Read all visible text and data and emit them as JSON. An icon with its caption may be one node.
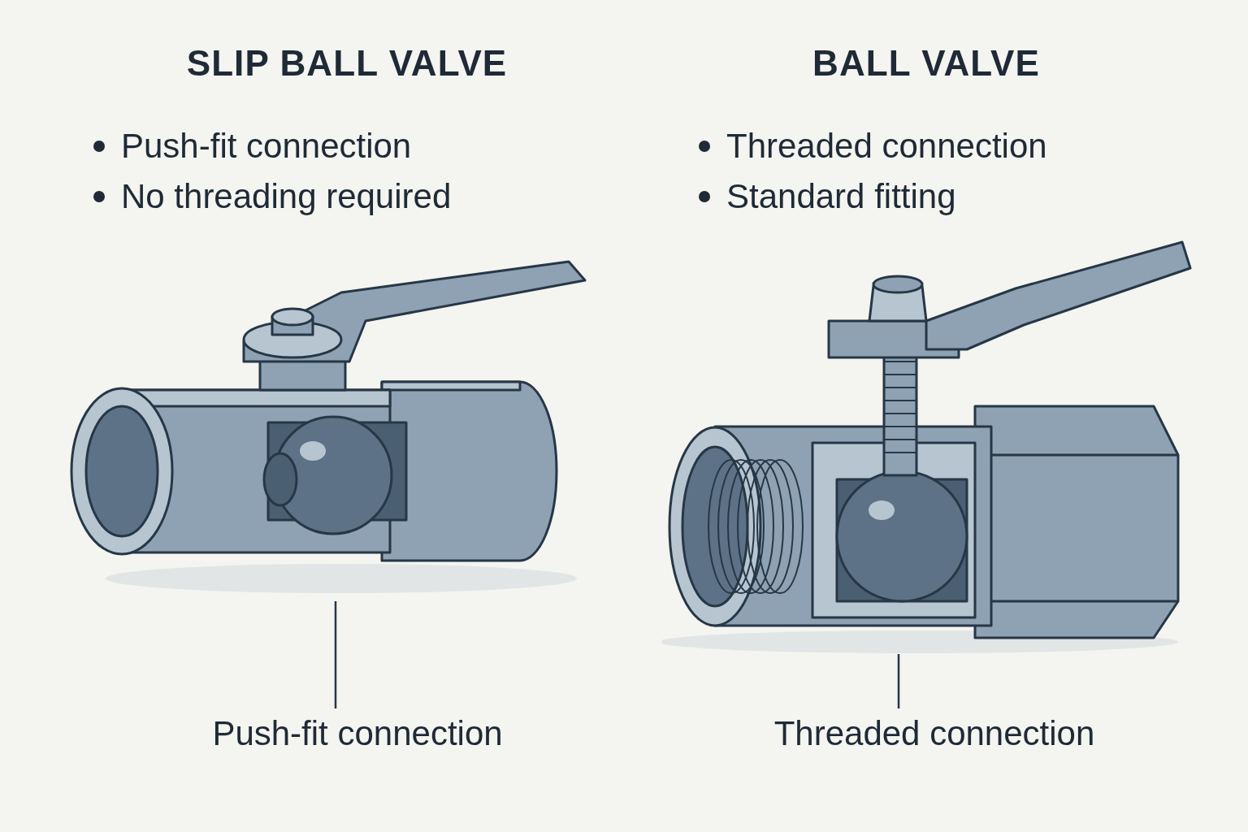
{
  "diagram": {
    "nodes": [
      {
        "text": [],
        "shape": "picture"
      },
      {
        "text": [
          "Push-fit connection"
        ]
      },
      {
        "text": [],
        "shape": "picture"
      },
      {
        "text": [
          "Threaded connection"
        ]
      }
    ],
    "edges": [
      {
        "from": 1,
        "to": 0,
        "arrow": "none"
      },
      {
        "from": 3,
        "to": 2,
        "arrow": "none"
      }
    ],
    "labels": [
      "SLIP BALL VALVE",
      "Push-fit connection",
      "No threading required",
      "BALL VALVE",
      "Threaded connection",
      "Standard fitting"
    ]
  }
}
